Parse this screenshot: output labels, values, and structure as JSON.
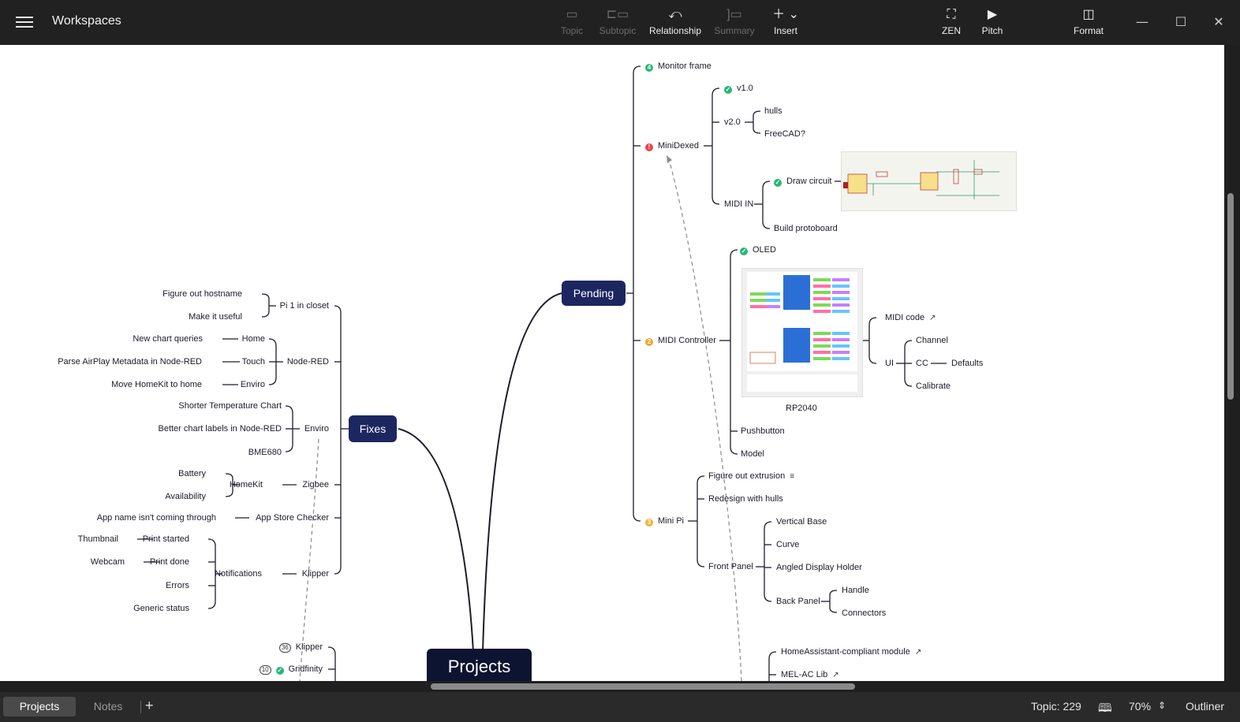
{
  "app": {
    "title": "Workspaces"
  },
  "toolbar": {
    "topic": "Topic",
    "subtopic": "Subtopic",
    "relationship": "Relationship",
    "summary": "Summary",
    "insert": "Insert",
    "zen": "ZEN",
    "pitch": "Pitch",
    "format": "Format"
  },
  "map": {
    "central": "Projects",
    "pending": "Pending",
    "fixes": "Fixes",
    "p": {
      "monitor_frame": "Monitor frame",
      "monitor_frame_num": "4",
      "minidexed": "MiniDexed",
      "minidexed_mark": "!",
      "v10": "v1.0",
      "v20": "v2.0",
      "hulls": "hulls",
      "freecad": "FreeCAD?",
      "midi_in": "MIDI IN",
      "draw_circuit": "Draw circuit",
      "build_protoboard": "Build protoboard",
      "oled": "OLED",
      "midi_controller": "MIDI Controller",
      "midi_controller_num": "2",
      "rp2040": "RP2040",
      "pushbutton": "Pushbutton",
      "model": "Model",
      "midi_code": "MIDI code",
      "ui": "UI",
      "channel": "Channel",
      "cc": "CC",
      "defaults": "Defaults",
      "calibrate": "Calibrate",
      "mini_pi": "Mini Pi",
      "mini_pi_num": "3",
      "figure_out_extrusion": "Figure out extrusion",
      "redesign_with_hulls": "Redesign with hulls",
      "front_panel": "Front Panel",
      "vertical_base": "Vertical Base",
      "curve": "Curve",
      "angled_display_holder": "Angled Display Holder",
      "back_panel": "Back Panel",
      "handle": "Handle",
      "connectors": "Connectors",
      "homeassistant_module": "HomeAssistant-compliant module",
      "mel_ac_lib": "MEL-AC Lib"
    },
    "f": {
      "pi1_closet": "Pi 1 in closet",
      "figure_out_hostname": "Figure out hostname",
      "make_it_useful": "Make it useful",
      "node_red": "Node-RED",
      "home": "Home",
      "touch": "Touch",
      "enviro": "Enviro",
      "new_chart_queries": "New chart queries",
      "parse_airplay": "Parse AirPlay Metadata in Node-RED",
      "move_homekit": "Move HomeKit to home",
      "enviro2": "Enviro",
      "shorter_temp_chart": "Shorter Temperature Chart",
      "better_chart_labels": "Better chart labels in Node-RED",
      "bme680": "BME680",
      "zigbee": "Zigbee",
      "homekit": "HomeKit",
      "battery": "Battery",
      "availability": "Availability",
      "app_store_checker": "App Store Checker",
      "app_name": "App name isn't coming through",
      "klipper": "Klipper",
      "notifications": "Notifications",
      "print_started": "Print started",
      "print_done": "Print done",
      "errors": "Errors",
      "generic_status": "Generic status",
      "thumbnail": "Thumbnail",
      "webcam": "Webcam"
    },
    "lower": {
      "klipper": "Klipper",
      "klipper_count": "36",
      "gridfinity": "Gridfinity",
      "gridfinity_count": "10"
    }
  },
  "bottom": {
    "tab_projects": "Projects",
    "tab_notes": "Notes",
    "add": "+",
    "topic_count": "Topic: 229",
    "zoom": "70%",
    "outliner": "Outliner"
  },
  "colors": {
    "topbar": "#212121",
    "main_topic": "#1c2660",
    "central_topic": "#0d1431",
    "marker_done": "#26b877",
    "marker_priority1": "#e84545",
    "marker_priority2": "#f5a623"
  }
}
